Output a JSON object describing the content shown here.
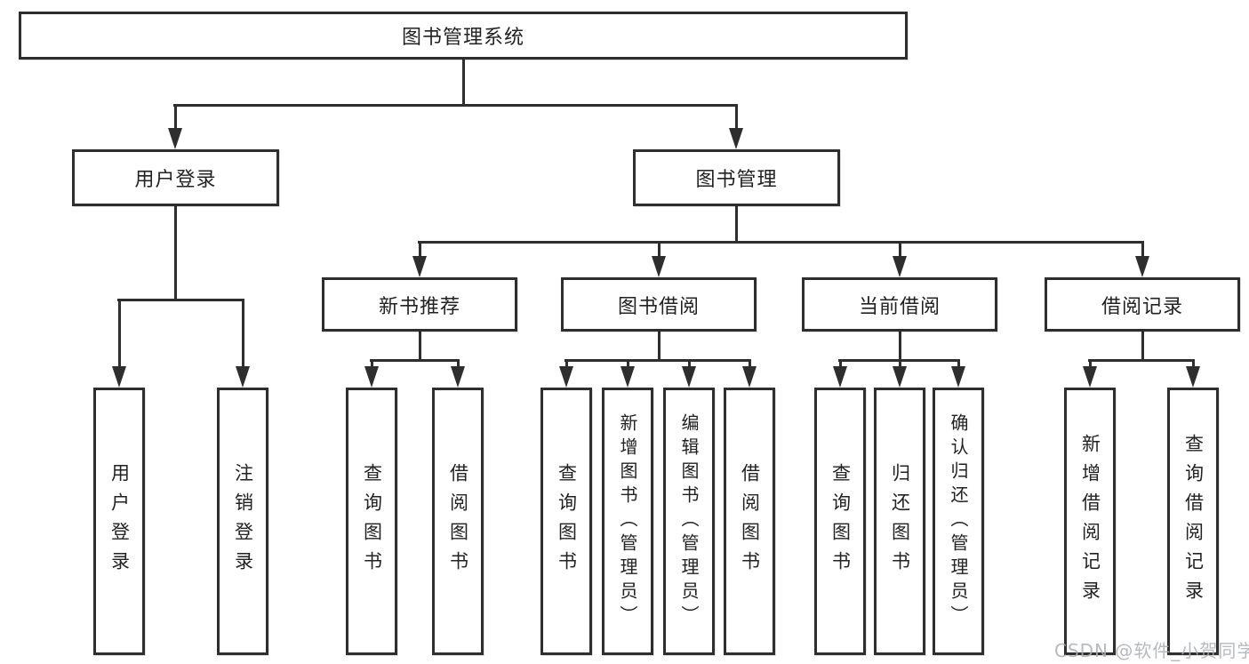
{
  "diagram": {
    "root": {
      "label": "图书管理系统"
    },
    "level2": [
      {
        "label": "用户登录"
      },
      {
        "label": "图书管理"
      }
    ],
    "level3": [
      {
        "label": "新书推荐"
      },
      {
        "label": "图书借阅"
      },
      {
        "label": "当前借阅"
      },
      {
        "label": "借阅记录"
      }
    ],
    "leaves": {
      "user_login": [
        "用户登录",
        "注销登录"
      ],
      "new_book": [
        "查询图书",
        "借阅图书"
      ],
      "book_borrow": [
        "查询图书",
        "新增图书（管理员）",
        "编辑图书（管理员）",
        "借阅图书"
      ],
      "current_borrow": [
        "查询图书",
        "归还图书",
        "确认归还（管理员）"
      ],
      "borrow_records": [
        "新增借阅记录",
        "查询借阅记录"
      ]
    }
  },
  "watermark": "CSDN @软件_小贺同学",
  "colors": {
    "line": "#2e2e2e",
    "text": "#222222",
    "background": "#ffffff",
    "watermark": "#a9aeb4"
  }
}
